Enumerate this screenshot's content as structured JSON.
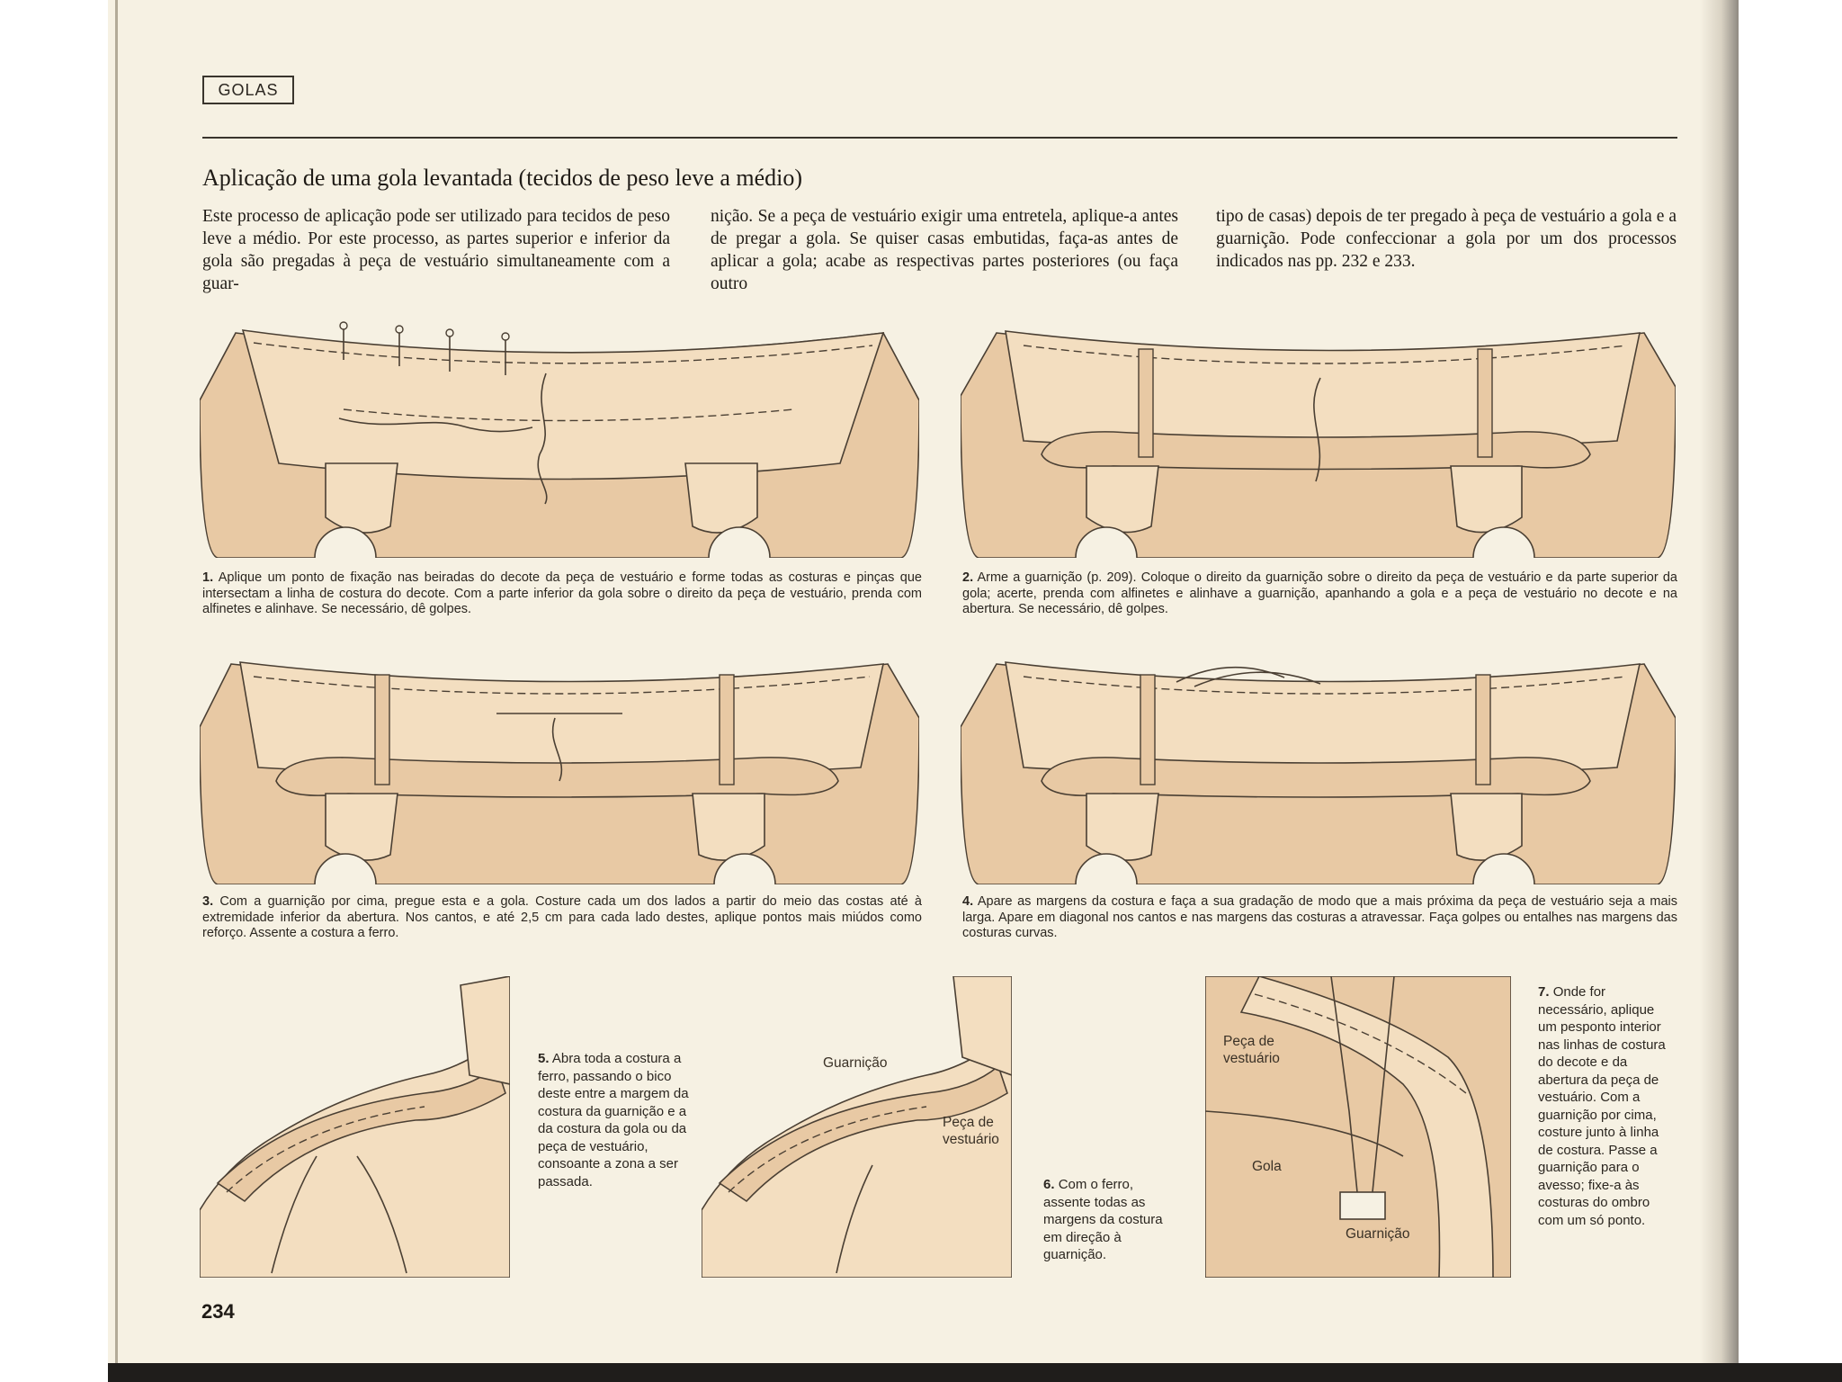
{
  "header": {
    "section_tag": "GOLAS"
  },
  "title": "Aplicação de uma gola levantada (tecidos de peso leve a médio)",
  "intro": {
    "col1": "Este processo de aplicação pode ser utilizado para tecidos de peso leve a médio. Por este processo, as partes superior e inferior da gola são pregadas à peça de vestuário simultaneamente com a guar-",
    "col2": "nição. Se a peça de vestuário exigir uma entretela, aplique-a antes de pregar a gola. Se quiser casas embutidas, faça-as antes de aplicar a gola; acabe as respectivas partes posteriores (ou faça outro",
    "col3": "tipo de casas) depois de ter pregado à peça de vestuário a gola e a guarnição. Pode confeccionar a gola por um dos processos indicados nas pp. 232 e 233."
  },
  "steps": [
    {
      "num": "1.",
      "text": "Aplique um ponto de fixação nas beiradas do decote da peça de vestuário e forme todas as costuras e pinças que intersectam a linha de costura do decote. Com a parte inferior da gola sobre o direito da peça de vestuário, prenda com alfinetes e alinhave. Se necessário, dê golpes."
    },
    {
      "num": "2.",
      "text": "Arme a guarnição (p. 209). Coloque o direito da guarnição sobre o direito da peça de vestuário e da parte superior da gola; acerte, prenda com alfinetes e alinhave a guarnição, apanhando a gola e a peça de vestuário no decote e na abertura. Se necessário, dê golpes."
    },
    {
      "num": "3.",
      "text": "Com a guarnição por cima, pregue esta e a gola. Costure cada um dos lados a partir do meio das costas até à extremidade inferior da abertura. Nos cantos, e até 2,5 cm para cada lado destes, aplique pontos mais miúdos como reforço. Assente a costura a ferro."
    },
    {
      "num": "4.",
      "text": "Apare as margens da costura e faça a sua gradação de modo que a mais próxima da peça de vestuário seja a mais larga. Apare em diagonal nos cantos e nas margens das costuras a atravessar. Faça golpes ou entalhes nas margens das costuras curvas."
    },
    {
      "num": "5.",
      "text": "Abra toda a costura a ferro, passando o bico deste entre a margem da costura da guarnição e a da costura da gola ou da peça de vestuário, consoante a zona a ser passada."
    },
    {
      "num": "6.",
      "text": "Com o ferro, assente todas as margens da costura em direção à guarnição."
    },
    {
      "num": "7.",
      "text": "Onde for necessário, aplique um pesponto interior nas linhas de costura do decote e da abertura da peça de vestuário. Com a guarnição por cima, costure junto à linha de costura. Passe a guarnição para o avesso; fixe-a às costuras do ombro com um só ponto."
    }
  ],
  "labels": {
    "guarnicao": "Guarnição",
    "peca_de_vestuario": "Peça de vestuário",
    "gola": "Gola"
  },
  "page_number": "234",
  "colors": {
    "paper": "#f6f1e3",
    "fabric": "#e8c9a4",
    "ink": "#2b2620"
  }
}
